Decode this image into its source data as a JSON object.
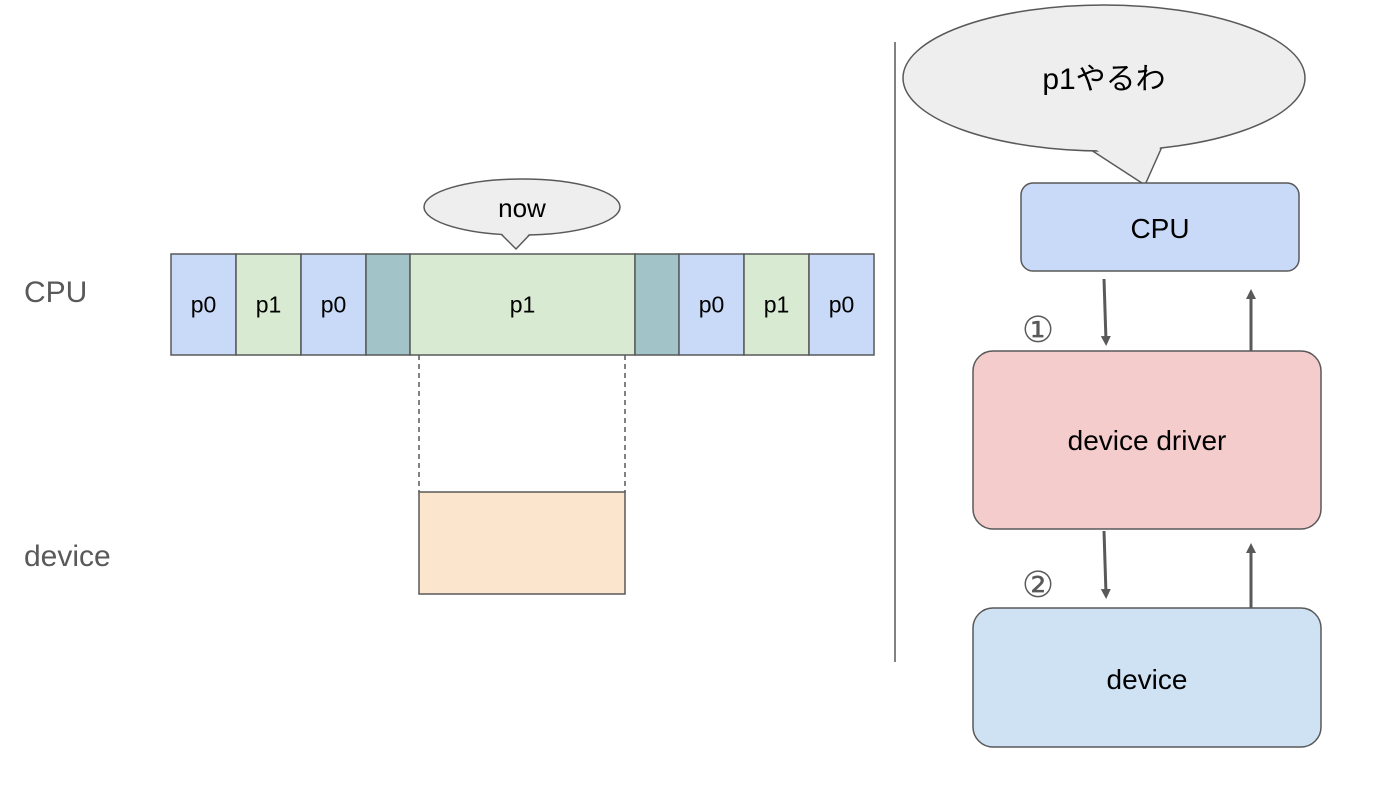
{
  "timeline": {
    "row_labels": {
      "cpu": "CPU",
      "device": "device"
    },
    "segments": [
      {
        "label": "p0",
        "kind": "p0"
      },
      {
        "label": "p1",
        "kind": "p1"
      },
      {
        "label": "p0",
        "kind": "p0"
      },
      {
        "label": "",
        "kind": "switch"
      },
      {
        "label": "p1",
        "kind": "p1"
      },
      {
        "label": "",
        "kind": "switch"
      },
      {
        "label": "p0",
        "kind": "p0"
      },
      {
        "label": "p1",
        "kind": "p1"
      },
      {
        "label": "p0",
        "kind": "p0"
      }
    ],
    "now_bubble": "now"
  },
  "stack": {
    "speech_bubble": "p1やるわ",
    "cpu_box": "CPU",
    "driver_box": "device driver",
    "device_box": "device",
    "step1": "①",
    "step2": "②"
  },
  "colors": {
    "p0": "#c9daf8",
    "p1": "#d9ead3",
    "switch": "#a2c4c9",
    "device_busy": "#fce5cd",
    "cpu_box": "#c9daf8",
    "driver_box": "#f4cccc",
    "device_box": "#cfe2f3",
    "bubble": "#eeeeee",
    "stroke": "#595959",
    "text_gray": "#595959"
  }
}
